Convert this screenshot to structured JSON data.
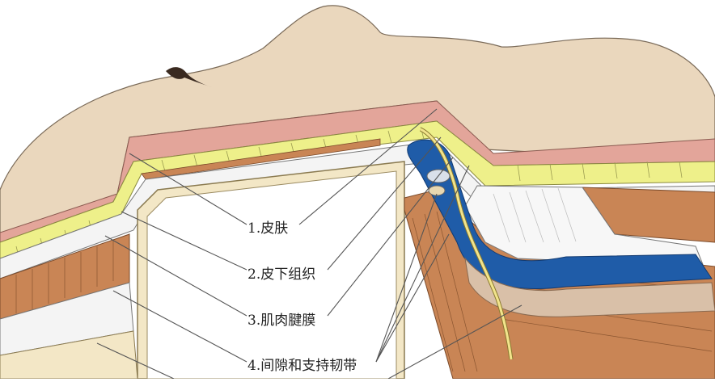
{
  "labels": [
    {
      "id": "skin",
      "text": "1.皮肤"
    },
    {
      "id": "subcutaneous",
      "text": "2.皮下组织"
    },
    {
      "id": "musculoaponeurotic",
      "text": "3.肌肉腱膜"
    },
    {
      "id": "spaces_ligaments",
      "text": "4.间隙和支持韧带"
    }
  ],
  "colors": {
    "skin_tone": "#ead7bd",
    "dermis": "#e3a59a",
    "fat_yellow": "#eef08a",
    "muscle": "#c98555",
    "fascia_blue": "#1f5ca8",
    "nerve_yellow": "#f2e48c",
    "bone": "#f3e7c6",
    "leader_line": "#555555"
  }
}
